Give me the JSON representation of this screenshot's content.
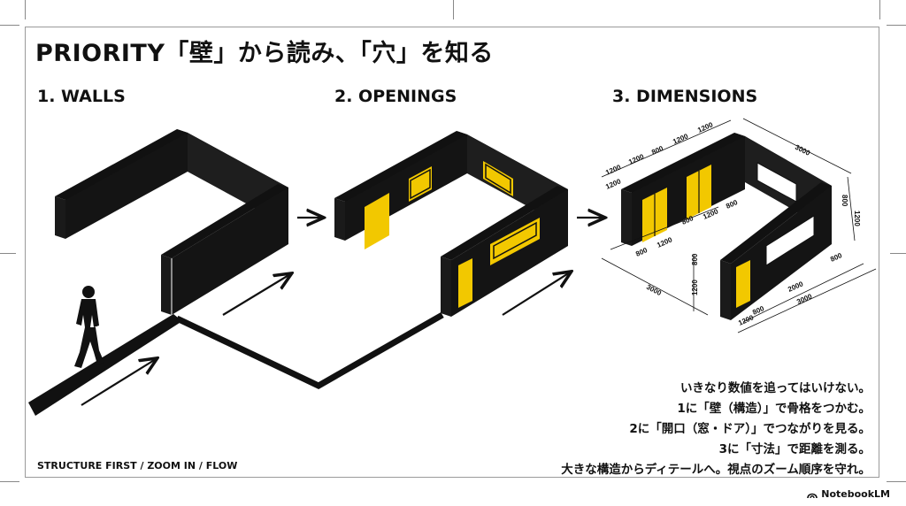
{
  "title": "PRIORITY「壁」から読み、「穴」を知る",
  "steps": [
    {
      "label": "1. WALLS"
    },
    {
      "label": "2. OPENINGS"
    },
    {
      "label": "3. DIMENSIONS"
    }
  ],
  "footer": {
    "tagline": "STRUCTURE FIRST / ZOOM IN / FLOW"
  },
  "notes": [
    "いきなり数値を追ってはいけない。",
    "1に「壁（構造）」で骨格をつかむ。",
    "2に「開口（窓・ドア）」でつながりを見る。",
    "3に「寸法」で距離を測る。",
    "大きな構造からディテールへ。視点のズーム順序を守れ。"
  ],
  "dimensions": {
    "top_back": [
      "1200",
      "1200",
      "800",
      "1200",
      "1200"
    ],
    "right_top": "3000",
    "right_side": [
      "800",
      "1200"
    ],
    "front_left": [
      "800",
      "1200",
      "800",
      "1200",
      "800"
    ],
    "left_small": "1200",
    "mid_left": [
      "800",
      "1200"
    ],
    "bottom_left": "3000",
    "bottom_right": [
      "2000",
      "3000"
    ],
    "bottom_small": [
      "1200",
      "800"
    ],
    "right_gap": "800"
  },
  "brand": {
    "name": "NotebookLM",
    "icon": "notebooklm-logo-icon"
  },
  "colors": {
    "wall": "#111111",
    "opening": "#f2c800",
    "background": "#ffffff"
  }
}
